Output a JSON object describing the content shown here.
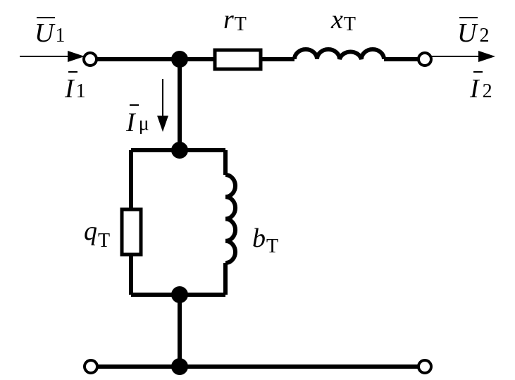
{
  "diagram": {
    "stroke_color": "#000000",
    "background": "#ffffff",
    "labels": {
      "U1": {
        "main": "U",
        "sub": "1"
      },
      "I1": {
        "main": "I",
        "sub": "1"
      },
      "rT": {
        "main": "r",
        "sub": "T"
      },
      "xT": {
        "main": "x",
        "sub": "T"
      },
      "U2": {
        "main": "U",
        "sub": "2"
      },
      "I2": {
        "main": "I",
        "sub": "2"
      },
      "Imu": {
        "main": "I",
        "sub": "μ"
      },
      "qT": {
        "main": "q",
        "sub": "T"
      },
      "bT": {
        "main": "b",
        "sub": "T"
      }
    }
  }
}
